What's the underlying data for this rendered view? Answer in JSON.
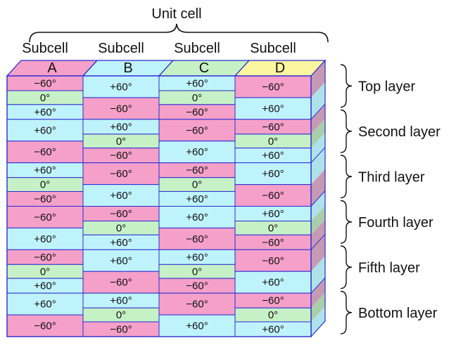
{
  "title": "Unit cell",
  "subcell_label": "Subcell",
  "columns": [
    {
      "id": "A",
      "color": "#f4a0c8",
      "layers": [
        [
          "−60°",
          "0°",
          "+60°"
        ],
        [
          "+60°",
          "−60°"
        ],
        [
          "+60°",
          "0°",
          "−60°"
        ],
        [
          "−60°",
          "+60°"
        ],
        [
          "−60°",
          "0°",
          "+60°"
        ],
        [
          "+60°",
          "−60°"
        ]
      ]
    },
    {
      "id": "B",
      "color": "#bff3fb",
      "layers": [
        [
          "+60°",
          "−60°"
        ],
        [
          "+60°",
          "0°",
          "−60°"
        ],
        [
          "−60°",
          "+60°"
        ],
        [
          "−60°",
          "0°",
          "+60°"
        ],
        [
          "+60°",
          "−60°"
        ],
        [
          "+60°",
          "0°",
          "−60°"
        ]
      ]
    },
    {
      "id": "C",
      "color": "#c6f1c6",
      "layers": [
        [
          "+60°",
          "0°",
          "−60°"
        ],
        [
          "−60°",
          "+60°"
        ],
        [
          "−60°",
          "0°",
          "+60°"
        ],
        [
          "+60°",
          "−60°"
        ],
        [
          "+60°",
          "0°",
          "−60°"
        ],
        [
          "−60°",
          "+60°"
        ]
      ]
    },
    {
      "id": "D",
      "color": "#fbf6a0",
      "layers": [
        [
          "−60°",
          "+60°"
        ],
        [
          "−60°",
          "0°",
          "+60°"
        ],
        [
          "+60°",
          "−60°"
        ],
        [
          "+60°",
          "0°",
          "−60°"
        ],
        [
          "−60°",
          "+60°"
        ],
        [
          "−60°",
          "0°",
          "+60°"
        ]
      ]
    }
  ],
  "layer_labels": [
    "Top layer",
    "Second layer",
    "Third layer",
    "Fourth layer",
    "Fifth layer",
    "Bottom layer"
  ],
  "colors": {
    "-60": "#f4a0c8",
    "60": "#bff3fb",
    "0": "#c6f1c6",
    "yellow": "#fbf6a0",
    "border": "#2b2bd6",
    "side_pink": "#c79ab3",
    "side_cyan": "#aee2ea",
    "side_green": "#a8cfa8",
    "side_yellow": "#d6cf88"
  }
}
